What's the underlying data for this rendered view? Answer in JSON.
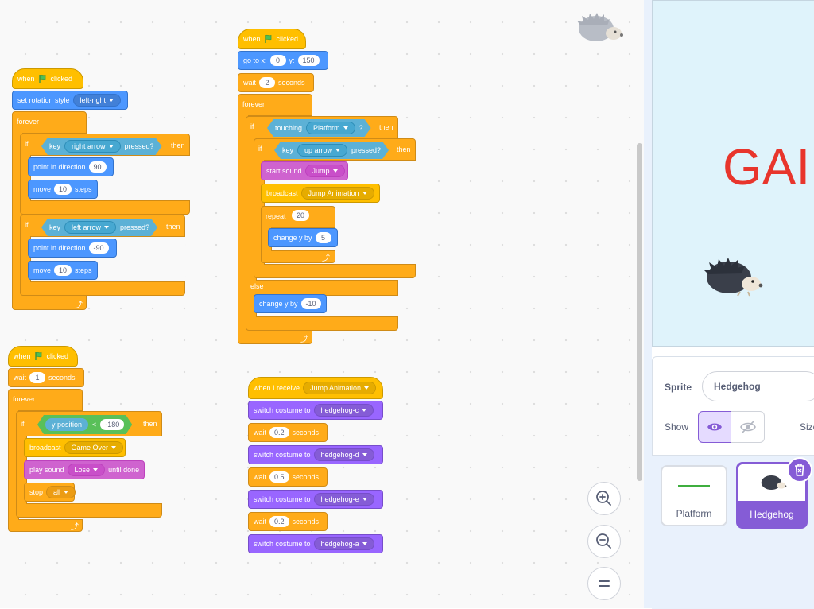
{
  "scripts": {
    "s1": {
      "when_label": "when",
      "clicked_label": "clicked",
      "set_rotation": "set rotation style",
      "rotation_value": "left-right",
      "forever": "forever",
      "if1": {
        "if": "if",
        "key": "key",
        "key_value": "right arrow",
        "pressed": "pressed?",
        "then": "then",
        "point": "point in direction",
        "dir": "90",
        "move": "move",
        "steps_value": "10",
        "steps": "steps"
      },
      "if2": {
        "if": "if",
        "key": "key",
        "key_value": "left arrow",
        "pressed": "pressed?",
        "then": "then",
        "point": "point in direction",
        "dir": "-90",
        "move": "move",
        "steps_value": "10",
        "steps": "steps"
      }
    },
    "s2": {
      "when_label": "when",
      "clicked_label": "clicked",
      "goto": "go to x:",
      "x": "0",
      "y_label": "y:",
      "y": "150",
      "wait": "wait",
      "wait_value": "2",
      "seconds": "seconds",
      "forever": "forever",
      "if": "if",
      "touching": "touching",
      "touching_value": "Platform",
      "q": "?",
      "then": "then",
      "if_inner": "if",
      "key": "key",
      "key_value": "up arrow",
      "pressed": "pressed?",
      "then2": "then",
      "start_sound": "start sound",
      "sound_value": "Jump",
      "broadcast": "broadcast",
      "broadcast_value": "Jump Animation",
      "repeat": "repeat",
      "repeat_value": "20",
      "change_y": "change y by",
      "change_y_value": "5",
      "else": "else",
      "change_y2": "change y by",
      "change_y2_value": "-10"
    },
    "s3": {
      "when_label": "when",
      "clicked_label": "clicked",
      "wait": "wait",
      "wait_value": "1",
      "seconds": "seconds",
      "forever": "forever",
      "if": "if",
      "ypos": "y position",
      "lt": "<",
      "val": "-180",
      "then": "then",
      "broadcast": "broadcast",
      "broadcast_value": "Game Over",
      "play": "play sound",
      "sound_value": "Lose",
      "until": "until done",
      "stop": "stop",
      "stop_value": "all"
    },
    "s4": {
      "when_receive": "when I receive",
      "receive_value": "Jump Animation",
      "switch": "switch costume to",
      "c1": "hedgehog-c",
      "w1": "0.2",
      "c2": "hedgehog-d",
      "w2": "0.5",
      "c3": "hedgehog-e",
      "w3": "0.2",
      "c4": "hedgehog-a",
      "wait": "wait",
      "seconds": "seconds"
    }
  },
  "stage": {
    "title_text": "GAI"
  },
  "sprite_panel": {
    "sprite_label": "Sprite",
    "sprite_name": "Hedgehog",
    "show_label": "Show",
    "size_label": "Size",
    "tiles": [
      {
        "name": "Platform"
      },
      {
        "name": "Hedgehog"
      }
    ]
  },
  "colors": {
    "events": "#ffbf00",
    "control": "#ffab19",
    "motion": "#4c97ff",
    "sensing": "#5cb1d6",
    "looks": "#9966ff",
    "sound": "#cf63cf",
    "operators": "#59c059",
    "selected": "#855cd6"
  }
}
